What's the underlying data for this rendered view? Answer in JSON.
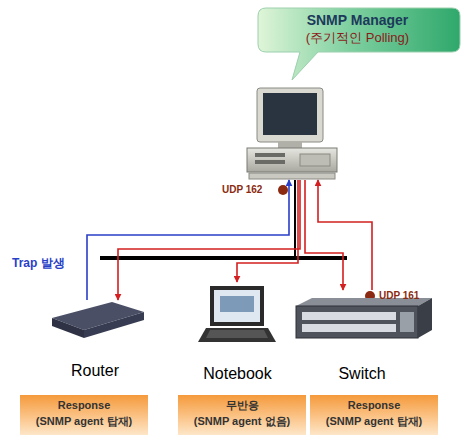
{
  "diagram": {
    "nodes": [
      {
        "text": [
          "SNMP Manager",
          "(주기적인 Polling)"
        ]
      },
      {
        "text": [
          "Router"
        ]
      },
      {
        "text": [
          "Notebook"
        ]
      },
      {
        "text": [
          "Switch"
        ]
      },
      {
        "text": [
          "Response",
          "(SNMP agent 탑재)"
        ]
      },
      {
        "text": [
          "무반응",
          "(SNMP agent 없음)"
        ]
      },
      {
        "text": [
          "Response",
          "(SNMP agent 탑재)"
        ]
      }
    ],
    "edges": [
      {
        "from": 0,
        "to": 1,
        "arrow": "to"
      },
      {
        "from": 0,
        "to": 2,
        "arrow": "to"
      },
      {
        "from": 0,
        "to": 3,
        "arrow": "to"
      },
      {
        "from": 3,
        "to": 0,
        "arrow": "to"
      },
      {
        "from": 1,
        "to": 0,
        "label": "Trap 발생",
        "arrow": "to"
      }
    ],
    "labels": [
      "UDP 162",
      "UDP 161"
    ]
  }
}
